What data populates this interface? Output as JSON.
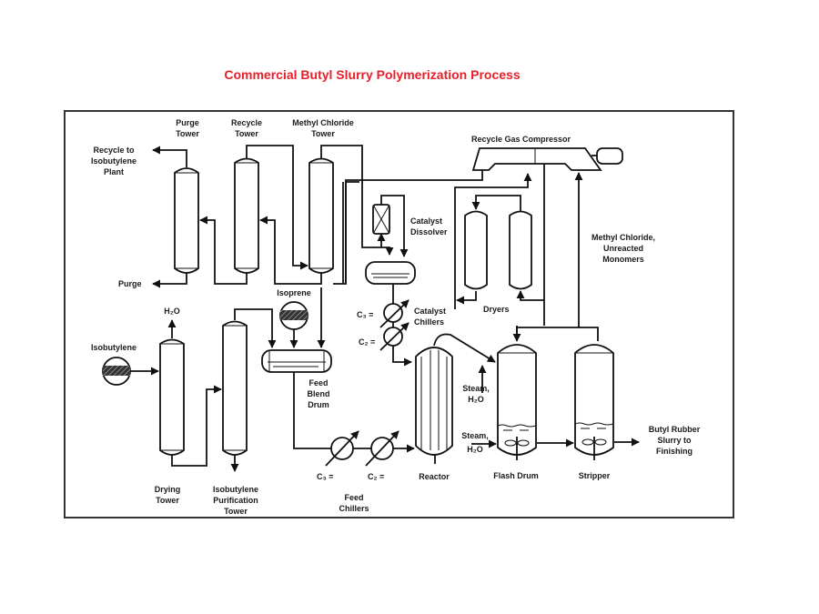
{
  "title": "Commercial Butyl Slurry Polymerization Process",
  "colors": {
    "title": "#e8202a",
    "lines": "#111111",
    "frame": "#333333"
  },
  "labels": {
    "purge_tower": [
      "Purge",
      "Tower"
    ],
    "recycle_tower": [
      "Recycle",
      "Tower"
    ],
    "methyl_chloride_tower": [
      "Methyl Chloride",
      "Tower"
    ],
    "recycle_to_isobutylene": [
      "Recycle to",
      "Isobutylene",
      "Plant"
    ],
    "purge": "Purge",
    "recycle_gas_compressor": "Recycle Gas Compressor",
    "catalyst_dissolver": [
      "Catalyst",
      "Dissolver"
    ],
    "methyl_chloride_unreacted": [
      "Methyl Chloride,",
      "Unreacted",
      "Monomers"
    ],
    "dryers": "Dryers",
    "isoprene": "Isoprene",
    "h2o_top": "H₂O",
    "isobutylene": "Isobutylene",
    "feed_blend_drum": [
      "Feed",
      "Blend",
      "Drum"
    ],
    "catalyst_chillers": [
      "Catalyst",
      "Chillers"
    ],
    "c3_catalyst": "C₃ =",
    "c2_catalyst": "C₂ =",
    "steam_h2o_upper": [
      "Steam,",
      "H₂O"
    ],
    "steam_h2o_lower": [
      "Steam,",
      "H₂O"
    ],
    "butyl_rubber_slurry": [
      "Butyl Rubber",
      "Slurry to",
      "Finishing"
    ],
    "drying_tower": [
      "Drying",
      "Tower"
    ],
    "isobutylene_purification_tower": [
      "Isobutylene",
      "Purification",
      "Tower"
    ],
    "c3_feed": "C₃ =",
    "c2_feed": "C₂ =",
    "feed_chillers": [
      "Feed",
      "Chillers"
    ],
    "reactor": "Reactor",
    "flash_drum": "Flash Drum",
    "stripper": "Stripper"
  }
}
